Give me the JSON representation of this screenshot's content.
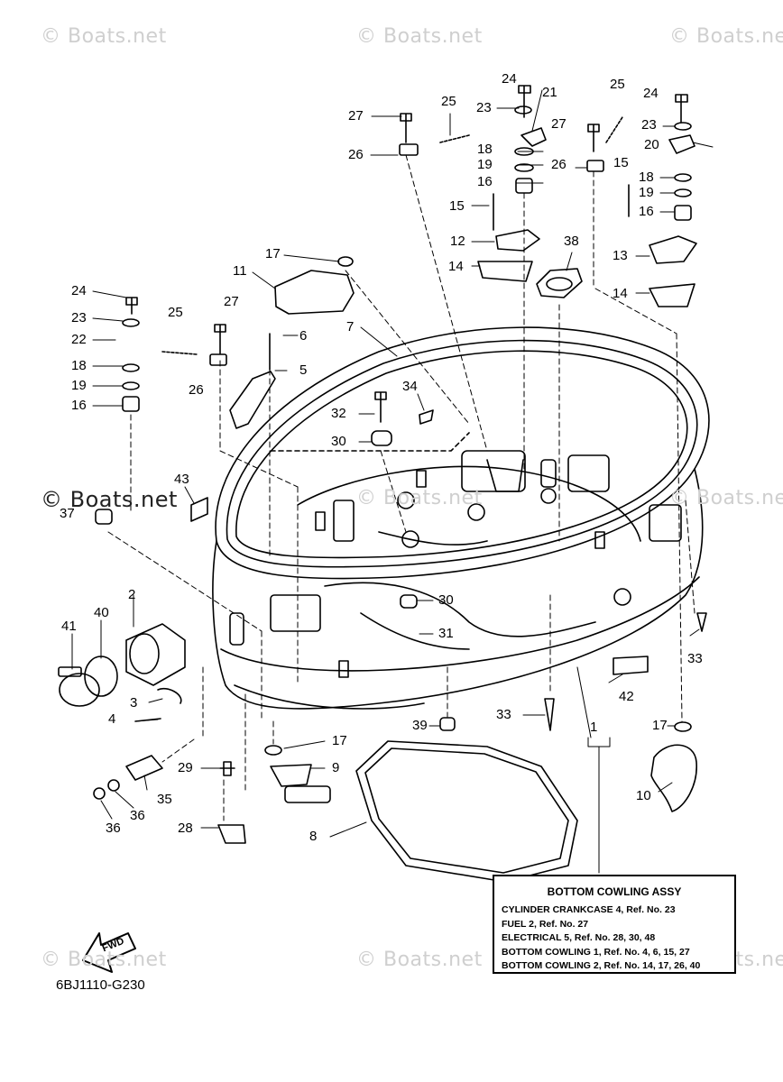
{
  "watermark": "© Boats.net",
  "callouts": [
    {
      "id": "c24a",
      "text": "24"
    },
    {
      "id": "c23a",
      "text": "23"
    },
    {
      "id": "c21",
      "text": "21"
    },
    {
      "id": "c27a",
      "text": "27"
    },
    {
      "id": "c25a",
      "text": "25"
    },
    {
      "id": "c26a",
      "text": "26"
    },
    {
      "id": "c18a",
      "text": "18"
    },
    {
      "id": "c19a",
      "text": "19"
    },
    {
      "id": "c16a",
      "text": "16"
    },
    {
      "id": "c15a",
      "text": "15"
    },
    {
      "id": "c12",
      "text": "12"
    },
    {
      "id": "c14a",
      "text": "14"
    },
    {
      "id": "c38",
      "text": "38"
    },
    {
      "id": "c25b",
      "text": "25"
    },
    {
      "id": "c24b",
      "text": "24"
    },
    {
      "id": "c27b",
      "text": "27"
    },
    {
      "id": "c23b",
      "text": "23"
    },
    {
      "id": "c20",
      "text": "20"
    },
    {
      "id": "c26b",
      "text": "26"
    },
    {
      "id": "c15b",
      "text": "15"
    },
    {
      "id": "c18b",
      "text": "18"
    },
    {
      "id": "c19b",
      "text": "19"
    },
    {
      "id": "c16b",
      "text": "16"
    },
    {
      "id": "c13",
      "text": "13"
    },
    {
      "id": "c14b",
      "text": "14"
    },
    {
      "id": "c17a",
      "text": "17"
    },
    {
      "id": "c11",
      "text": "11"
    },
    {
      "id": "c24c",
      "text": "24"
    },
    {
      "id": "c27c",
      "text": "27"
    },
    {
      "id": "c23c",
      "text": "23"
    },
    {
      "id": "c25c",
      "text": "25"
    },
    {
      "id": "c6",
      "text": "6"
    },
    {
      "id": "c7",
      "text": "7"
    },
    {
      "id": "c22",
      "text": "22"
    },
    {
      "id": "c5",
      "text": "5"
    },
    {
      "id": "c18c",
      "text": "18"
    },
    {
      "id": "c26c",
      "text": "26"
    },
    {
      "id": "c19c",
      "text": "19"
    },
    {
      "id": "c34",
      "text": "34"
    },
    {
      "id": "c16c",
      "text": "16"
    },
    {
      "id": "c32",
      "text": "32"
    },
    {
      "id": "c30a",
      "text": "30"
    },
    {
      "id": "c43",
      "text": "43"
    },
    {
      "id": "c37",
      "text": "37"
    },
    {
      "id": "c2",
      "text": "2"
    },
    {
      "id": "c30b",
      "text": "30"
    },
    {
      "id": "c41",
      "text": "41"
    },
    {
      "id": "c40",
      "text": "40"
    },
    {
      "id": "c31",
      "text": "31"
    },
    {
      "id": "c33a",
      "text": "33"
    },
    {
      "id": "c3",
      "text": "3"
    },
    {
      "id": "c42",
      "text": "42"
    },
    {
      "id": "c4",
      "text": "4"
    },
    {
      "id": "c33b",
      "text": "33"
    },
    {
      "id": "c39",
      "text": "39"
    },
    {
      "id": "c17b",
      "text": "17"
    },
    {
      "id": "c1",
      "text": "1"
    },
    {
      "id": "c17c",
      "text": "17"
    },
    {
      "id": "c29",
      "text": "29"
    },
    {
      "id": "c9",
      "text": "9"
    },
    {
      "id": "c35",
      "text": "35"
    },
    {
      "id": "c36a",
      "text": "36"
    },
    {
      "id": "c36b",
      "text": "36"
    },
    {
      "id": "c10",
      "text": "10"
    },
    {
      "id": "c28",
      "text": "28"
    },
    {
      "id": "c8",
      "text": "8"
    }
  ],
  "info_box": {
    "title": "BOTTOM COWLING ASSY",
    "rows": [
      "CYLINDER CRANKCASE 4,  Ref. No. 23",
      "FUEL 2,  Ref. No. 27",
      "ELECTRICAL 5,  Ref. No. 28, 30, 48",
      "BOTTOM COWLING 1,  Ref. No. 4, 6, 15, 27",
      "BOTTOM COWLING 2,  Ref. No. 14, 17, 26, 40"
    ]
  },
  "fwd_label": "FWD",
  "diagram_code": "6BJ1110-G230"
}
